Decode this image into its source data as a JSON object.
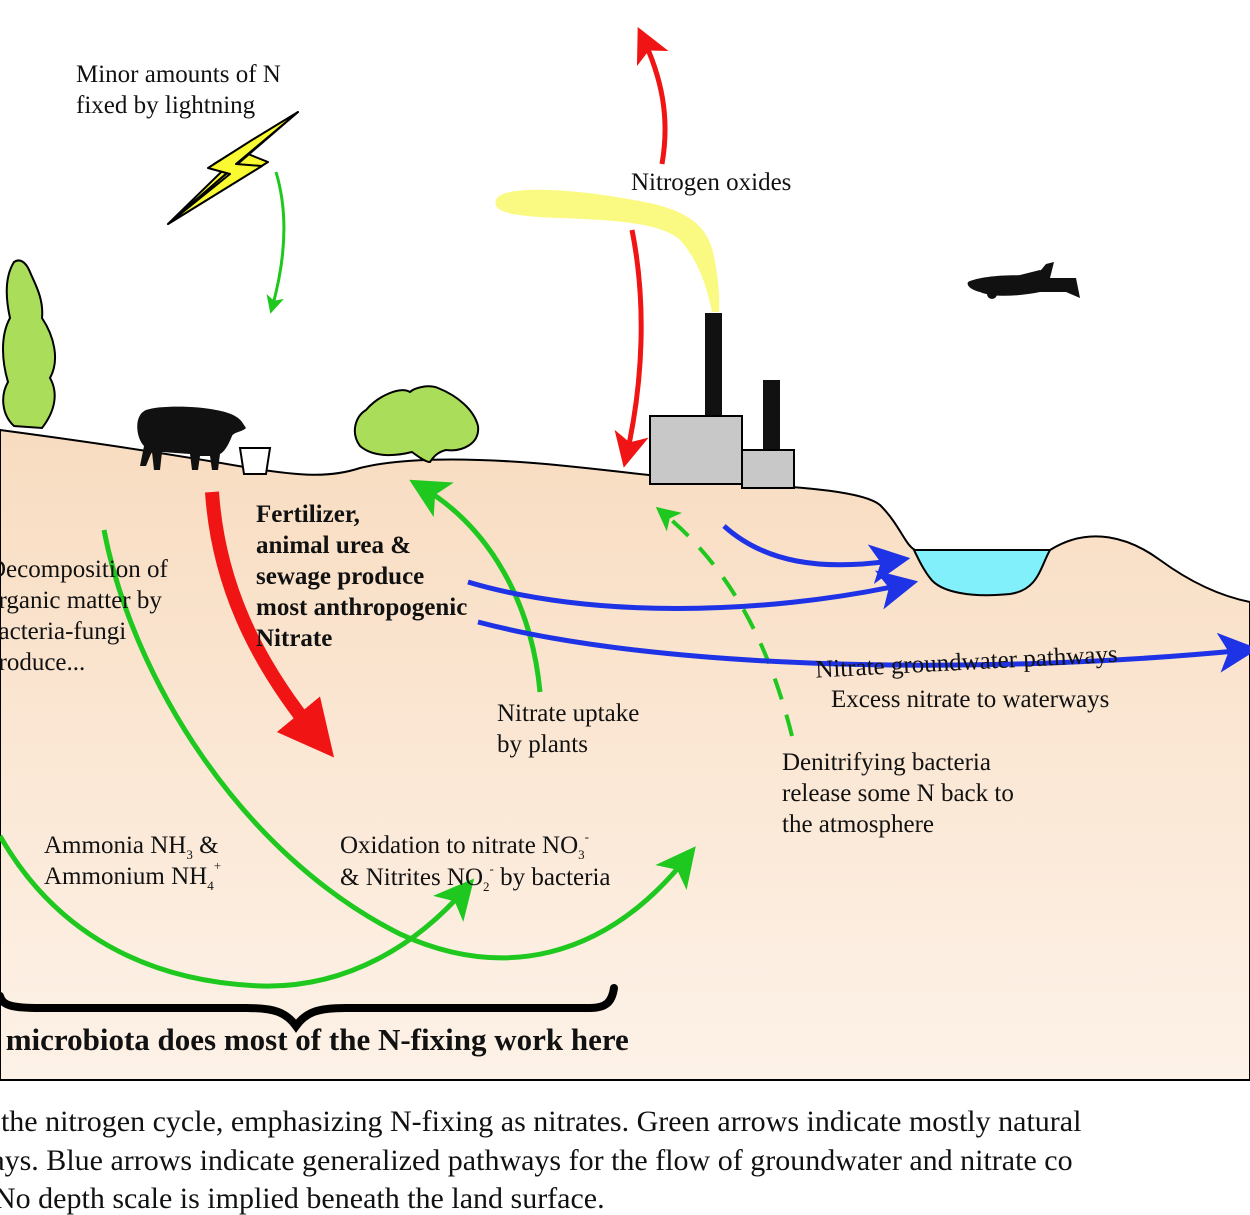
{
  "labels": {
    "lightning_1": "Minor amounts of N",
    "lightning_2": "fixed by lightning",
    "nitrogen_oxides": "Nitrogen oxides",
    "fert_1": "Fertilizer,",
    "fert_2": "animal urea &",
    "fert_3": "sewage produce",
    "fert_4": "most anthropogenic",
    "fert_5": "Nitrate",
    "decomp_1": "Decomposition of",
    "decomp_2": "organic matter by",
    "decomp_3": "bacteria-fungi",
    "decomp_4": "produce...",
    "uptake_1": "Nitrate uptake",
    "uptake_2": "by plants",
    "groundwater": "Nitrate groundwater pathways",
    "excess": "Excess nitrate to waterways",
    "denit_1": "Denitrifying bacteria",
    "denit_2": "release some N back to",
    "denit_3": "the atmosphere",
    "ammonia_1": "Ammonia NH",
    "ammonia_sub": "3",
    "ammonia_2": " &",
    "ammonium_1": "Ammonium NH",
    "ammonium_sub": "4",
    "ammonium_sup": "+",
    "oxid_1": "Oxidation to nitrate NO",
    "oxid_sub": "3",
    "oxid_sup": "-",
    "oxid_2a": "& Nitrites NO",
    "oxid_2sub": "2",
    "oxid_2sup": "-",
    "oxid_2b": " by bacteria",
    "microbiota": "Soil microbiota does most of the N-fixing work here"
  },
  "caption": {
    "line1": "Diagram of the nitrogen cycle, emphasizing N-fixing as nitrates. Green arrows indicate mostly natural",
    "line2": "pathways.  Blue arrows indicate generalized pathways for the flow of groundwater and nitrate co",
    "line3": "No depth scale is implied beneath the land surface."
  },
  "colors": {
    "soil_top": "#f8dcc0",
    "soil_bottom": "#fdf2e8",
    "green_arrow": "#1ec81e",
    "blue_arrow": "#1e32e6",
    "red_arrow": "#f01414",
    "plume": "#fafa82",
    "plant": "#aade5a",
    "water": "#82f0fa",
    "factory": "#c8c8c8",
    "lightning": "#fafa32"
  }
}
